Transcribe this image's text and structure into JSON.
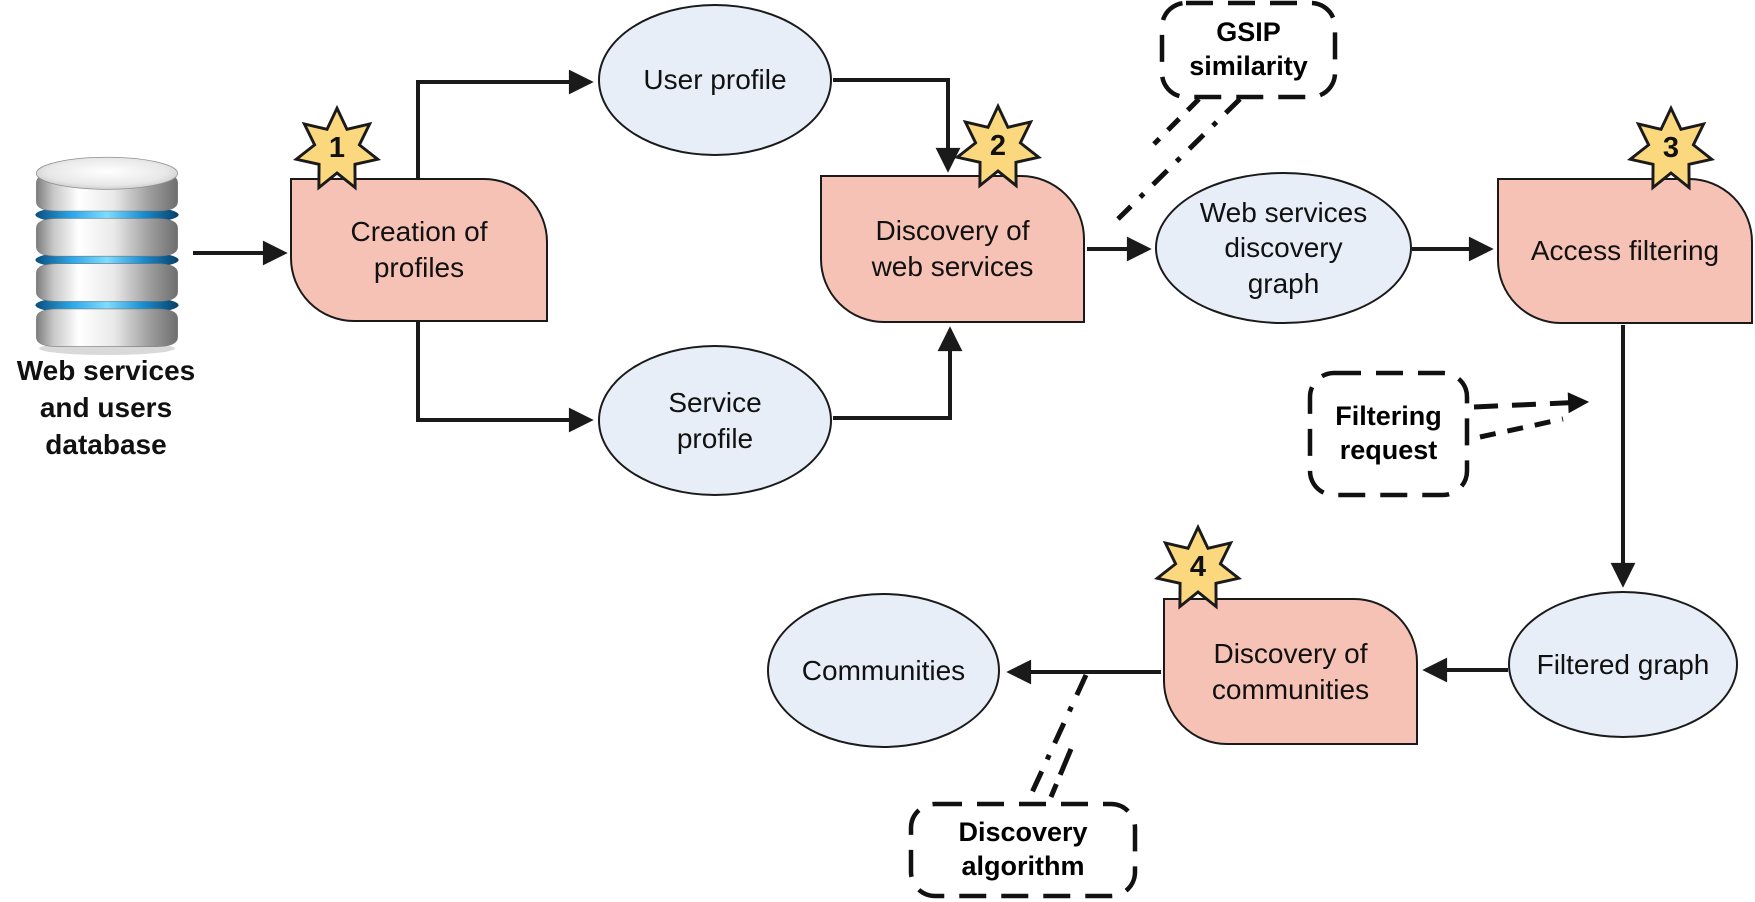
{
  "database": {
    "label": "Web services and users database"
  },
  "nodes": {
    "creation_profiles": {
      "label": "Creation of profiles",
      "step": "1"
    },
    "user_profile": {
      "label": "User profile"
    },
    "service_profile": {
      "label": "Service profile"
    },
    "discovery_web_services": {
      "label": "Discovery of web services",
      "step": "2"
    },
    "web_services_discovery_graph": {
      "label": "Web services discovery graph"
    },
    "access_filtering": {
      "label": "Access filtering",
      "step": "3"
    },
    "filtered_graph": {
      "label": "Filtered graph"
    },
    "discovery_communities": {
      "label": "Discovery of communities",
      "step": "4"
    },
    "communities": {
      "label": "Communities"
    }
  },
  "callouts": {
    "gsip": {
      "label": "GSIP similarity"
    },
    "filtering_request": {
      "label": "Filtering request"
    },
    "discovery_algorithm": {
      "label": "Discovery algorithm"
    }
  },
  "icons": {
    "database": "database-icon",
    "step_badge": "star-icon"
  },
  "colors": {
    "process_fill": "#f5c2b5",
    "entity_fill": "#e7eef8",
    "star_fill": "#fbd77e",
    "stroke": "#1a1a1a",
    "callout_stroke": "#111111",
    "db_ring_blue": "#2aa6e8"
  }
}
